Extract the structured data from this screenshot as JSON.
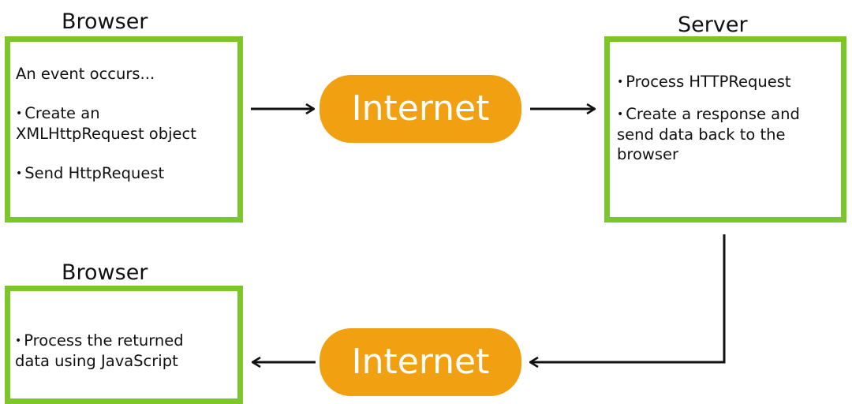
{
  "colors": {
    "box_border": "#7cc52a",
    "pill_fill": "#f0a010",
    "pill_text": "#ffffff",
    "arrow": "#111111"
  },
  "top_browser": {
    "heading": "Browser",
    "event_text": "An event occurs...",
    "bullets": [
      {
        "marker": "•",
        "lines": [
          "Create an",
          "XMLHttpRequest object"
        ]
      },
      {
        "marker": "•",
        "lines": [
          "Send HttpRequest"
        ]
      }
    ]
  },
  "server": {
    "heading": "Server",
    "bullets": [
      {
        "marker": "•",
        "lines": [
          "Process HTTPRequest"
        ]
      },
      {
        "marker": "•",
        "lines": [
          "Create a response and",
          "send data back to the",
          "browser"
        ]
      }
    ]
  },
  "bottom_browser": {
    "heading": "Browser",
    "bullets": [
      {
        "marker": "•",
        "lines": [
          "Process the returned",
          "data using JavaScript"
        ]
      }
    ]
  },
  "internet_top": {
    "label": "Internet"
  },
  "internet_bottom": {
    "label": "Internet"
  }
}
